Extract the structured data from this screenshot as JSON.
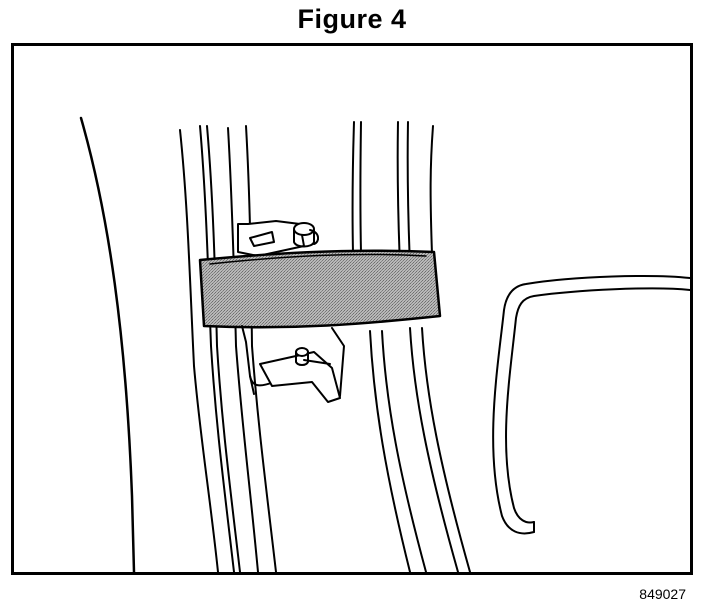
{
  "figure": {
    "title": "Figure 4",
    "code": "849027"
  },
  "drawing": {
    "line_color": "#000000",
    "strap_fill": "#9a9a9a",
    "background": "#ffffff",
    "parts": [
      "door-edge",
      "body-pillar",
      "door-hinge",
      "hinge-pin",
      "wrapping-strap",
      "door-check-rod"
    ]
  }
}
